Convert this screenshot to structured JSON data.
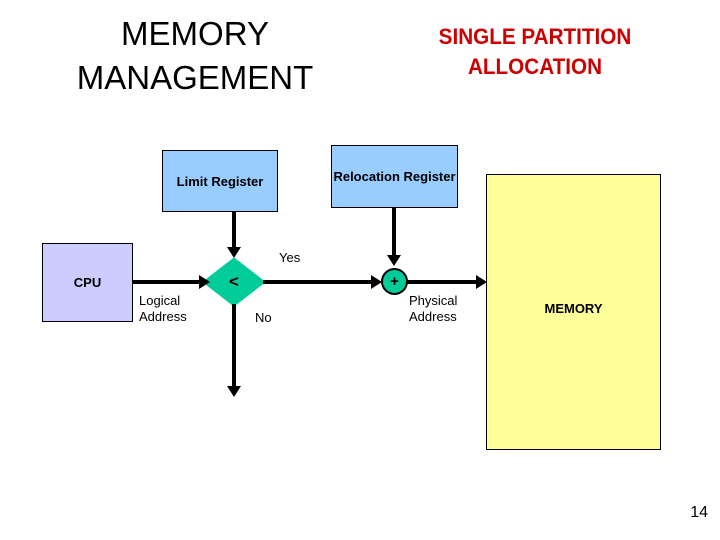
{
  "slide": {
    "page_number": "14",
    "title_left": "MEMORY\nMANAGEMENT",
    "title_right": "SINGLE PARTITION\nALLOCATION"
  },
  "colors": {
    "register_fill": "#99CCFF",
    "cpu_fill": "#CCCCFF",
    "memory_fill": "#FFFF99",
    "decision_fill": "#00CC99",
    "adder_fill": "#00CC99",
    "title_right_color": "#CC0000",
    "stroke": "#000000"
  },
  "diagram": {
    "limit_register": "Limit\nRegister",
    "relocation_register": "Relocation\nRegister",
    "cpu": "CPU",
    "memory": "MEMORY",
    "comparator_symbol": "<",
    "adder_symbol": "+",
    "logical_address": "Logical\nAddress",
    "physical_address": "Physical\nAddress",
    "branch_yes": "Yes",
    "branch_no": "No"
  }
}
